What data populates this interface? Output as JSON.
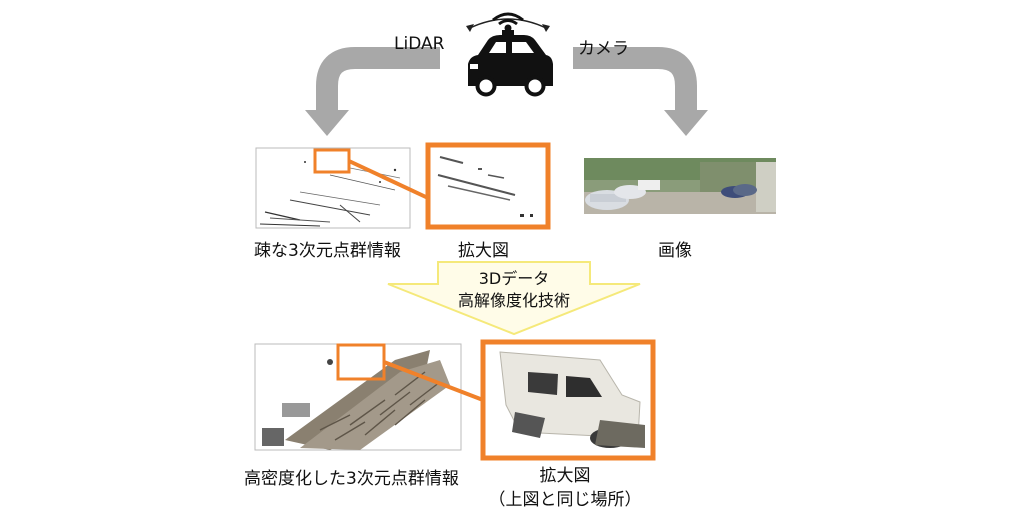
{
  "source": {
    "left_label": "LiDAR",
    "right_label": "カメラ"
  },
  "top_row": {
    "sparse_caption": "疎な3次元点群情報",
    "zoom_caption": "拡大図",
    "image_caption": "画像"
  },
  "process": {
    "line1": "3Dデータ",
    "line2": "高解像度化技術"
  },
  "bottom_row": {
    "dense_caption": "高密度化した3次元点群情報",
    "zoom_caption_line1": "拡大図",
    "zoom_caption_line2": "（上図と同じ場所）"
  },
  "colors": {
    "highlight": "#f0812a",
    "arrow": "#a8a8a8",
    "down_arrow": "#f5e97a"
  },
  "icons": [
    "car-lidar-icon"
  ]
}
